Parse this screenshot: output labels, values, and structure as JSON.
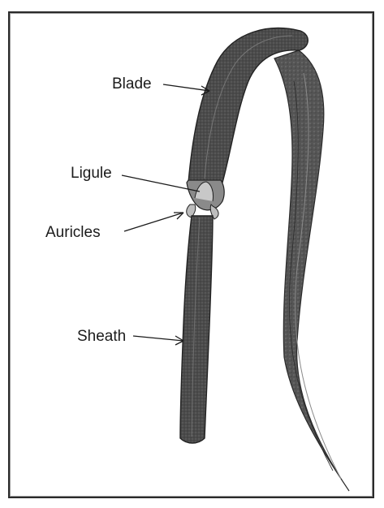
{
  "diagram": {
    "labels": {
      "blade": "Blade",
      "ligule": "Ligule",
      "auricles": "Auricles",
      "sheath": "Sheath"
    }
  },
  "colors": {
    "leaf": "#4a4a4a",
    "leaf_dark": "#2e2e2e",
    "vein": "#6e6e6e",
    "line": "#1b1b1b"
  }
}
